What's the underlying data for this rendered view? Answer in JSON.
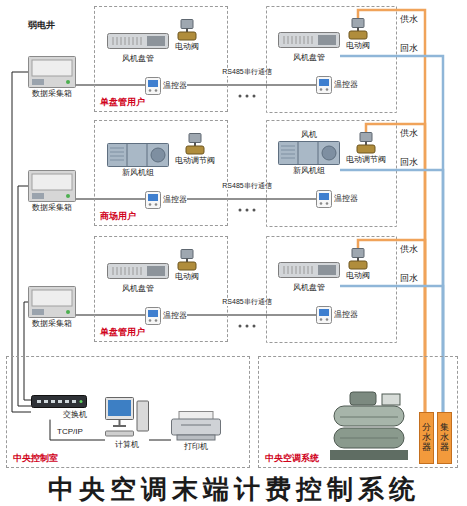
{
  "diagram": {
    "title": "中央空调末端计费控制系统",
    "nodes": [
      {
        "text": [
          "数据采集箱"
        ]
      },
      {
        "text": [
          "数据采集箱"
        ]
      },
      {
        "text": [
          "数据采集箱"
        ]
      },
      {
        "text": [
          "单盘管用户"
        ]
      },
      {
        "text": [
          "风机盘管"
        ],
        "in": 3
      },
      {
        "text": [
          "电动阀"
        ],
        "in": 3
      },
      {
        "text": [
          "温控器"
        ],
        "in": 3
      },
      {
        "text": [
          "风机盘管"
        ]
      },
      {
        "text": [
          "电动阀"
        ]
      },
      {
        "text": [
          "温控器"
        ]
      },
      {
        "text": [
          "商场用户"
        ]
      },
      {
        "text": [
          "新风机组"
        ],
        "in": 10
      },
      {
        "text": [
          "电动调节阀"
        ],
        "in": 10
      },
      {
        "text": [
          "温控器"
        ],
        "in": 10
      },
      {
        "text": [
          "风机",
          "新风机组"
        ]
      },
      {
        "text": [
          "电动调节阀"
        ]
      },
      {
        "text": [
          "温控器"
        ]
      },
      {
        "text": [
          "单盘管用户"
        ]
      },
      {
        "text": [
          "风机盘管"
        ],
        "in": 17
      },
      {
        "text": [
          "电动阀"
        ],
        "in": 17
      },
      {
        "text": [
          "温控器"
        ],
        "in": 17
      },
      {
        "text": [
          "风机盘管"
        ]
      },
      {
        "text": [
          "电动阀"
        ]
      },
      {
        "text": [
          "温控器"
        ]
      },
      {
        "text": [
          "中央控制室"
        ]
      },
      {
        "text": [
          "交换机"
        ],
        "in": 24
      },
      {
        "text": [
          "计算机"
        ],
        "in": 24
      },
      {
        "text": [
          "打印机"
        ],
        "in": 24
      },
      {
        "text": [
          "中央空调系统"
        ]
      },
      {
        "text": [
          "分水器"
        ],
        "in": 28
      },
      {
        "text": [
          "集水器"
        ],
        "in": 28
      }
    ],
    "edges": [
      {
        "from": 0,
        "to": 25,
        "arrow": "none"
      },
      {
        "from": 1,
        "to": 25,
        "arrow": "none"
      },
      {
        "from": 2,
        "to": 25,
        "arrow": "none"
      },
      {
        "from": 0,
        "to": 6,
        "arrow": "none"
      },
      {
        "from": 6,
        "to": 9,
        "label": "RS485串行通信",
        "arrow": "none"
      },
      {
        "from": 1,
        "to": 13,
        "arrow": "none"
      },
      {
        "from": 13,
        "to": 16,
        "label": "RS485串行通信",
        "arrow": "none"
      },
      {
        "from": 2,
        "to": 20,
        "arrow": "none"
      },
      {
        "from": 20,
        "to": 23,
        "label": "RS485串行通信",
        "arrow": "none"
      },
      {
        "from": 29,
        "to": 8,
        "label": "供水",
        "arrow": "none"
      },
      {
        "from": 7,
        "to": 30,
        "label": "回水",
        "arrow": "none"
      },
      {
        "from": 29,
        "to": 15,
        "label": "供水",
        "arrow": "none"
      },
      {
        "from": 14,
        "to": 30,
        "label": "回水",
        "arrow": "none"
      },
      {
        "from": 29,
        "to": 22,
        "label": "供水",
        "arrow": "none"
      },
      {
        "from": 21,
        "to": 30,
        "label": "回水",
        "arrow": "none"
      },
      {
        "from": 25,
        "to": 26,
        "label": "TCP/IP",
        "arrow": "none"
      },
      {
        "from": 26,
        "to": 27,
        "arrow": "none"
      }
    ],
    "labels": [
      "弱电井"
    ]
  }
}
